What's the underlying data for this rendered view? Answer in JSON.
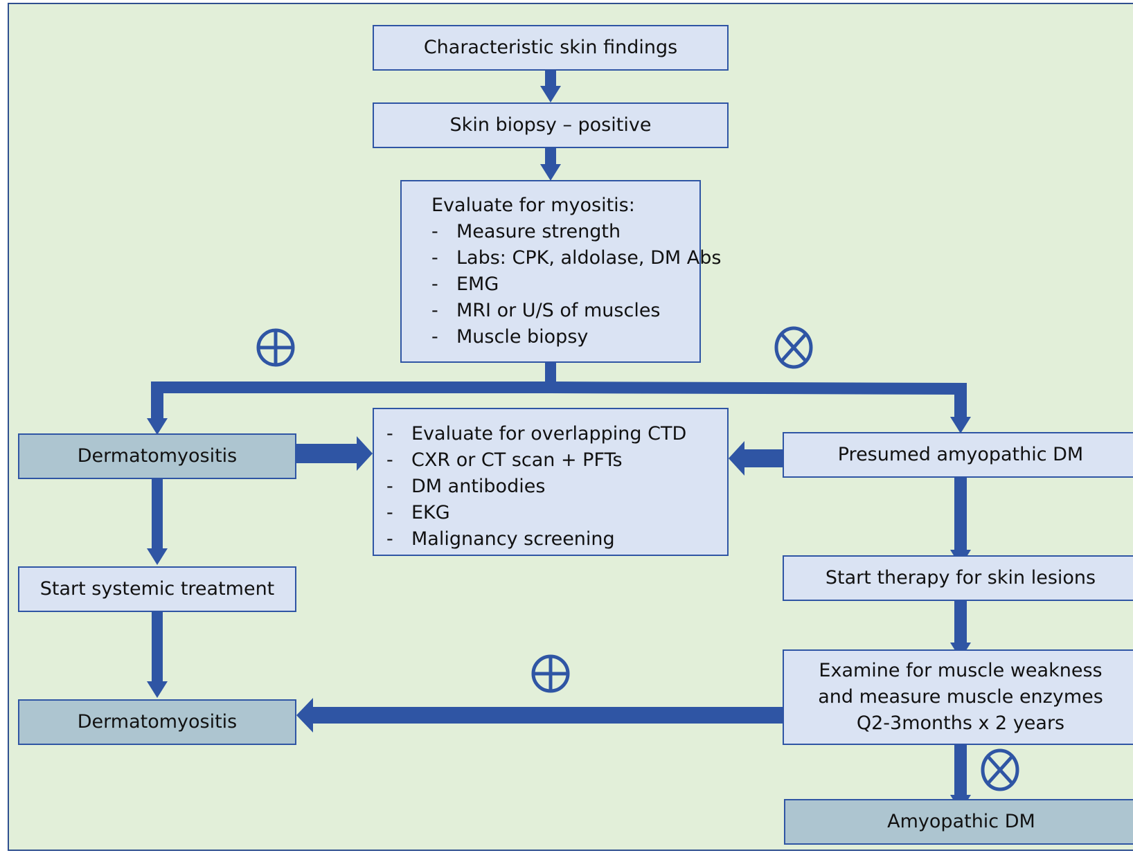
{
  "colors": {
    "background": "#e2efd9",
    "box_fill": "#dae3f3",
    "outcome_fill": "#adc5d0",
    "line": "#2f55a4"
  },
  "nodes": {
    "skin_findings": "Characteristic skin findings",
    "biopsy": "Skin biopsy – positive",
    "evaluate": {
      "title": "Evaluate for myositis:",
      "items": [
        "Measure strength",
        "Labs: CPK, aldolase, DM Abs",
        "EMG",
        "MRI or U/S of muscles",
        "Muscle biopsy"
      ]
    },
    "dm_left": "Dermatomyositis",
    "workup": {
      "items": [
        "Evaluate for overlapping CTD",
        "CXR or CT scan + PFTs",
        "DM antibodies",
        "EKG",
        "Malignancy screening"
      ]
    },
    "presumed": "Presumed amyopathic DM",
    "systemic": "Start systemic treatment",
    "skin_therapy": "Start therapy for skin lesions",
    "examine": [
      "Examine for muscle weakness",
      "and measure muscle enzymes",
      "Q2-3months x 2 years"
    ],
    "dm_bottom": "Dermatomyositis",
    "amyopathic": "Amyopathic DM"
  },
  "symbols": {
    "positive": "circled-plus-icon",
    "negative": "circled-x-icon"
  }
}
